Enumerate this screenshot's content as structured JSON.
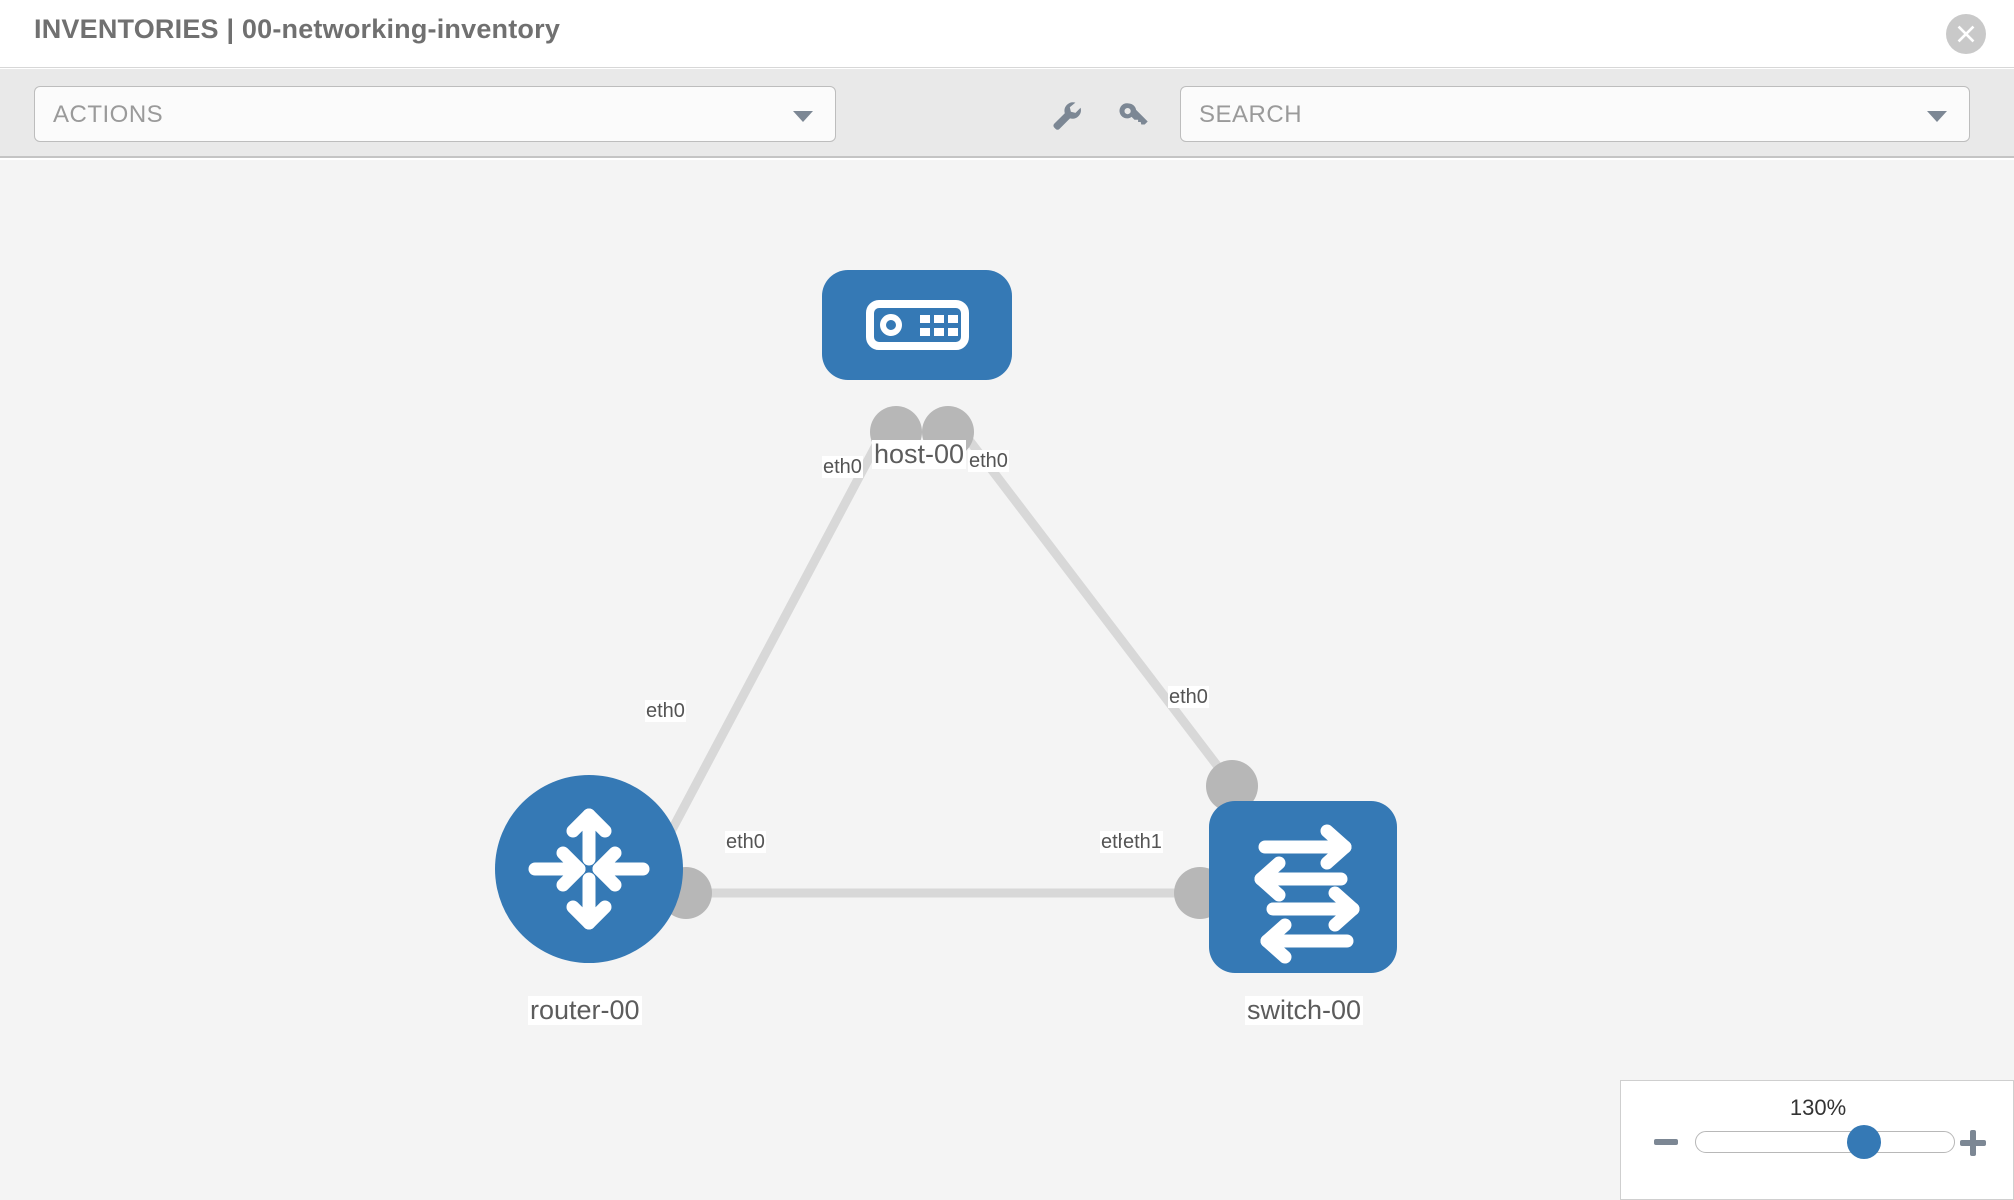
{
  "header": {
    "title": "INVENTORIES | 00-networking-inventory",
    "close_icon": "close-circle-icon"
  },
  "toolbar": {
    "actions_label": "ACTIONS",
    "actions_caret": "chevron-down-icon",
    "wrench_icon": "wrench-icon",
    "key_icon": "key-icon",
    "search_placeholder": "SEARCH",
    "search_caret": "chevron-down-icon"
  },
  "topology": {
    "accent_color": "#3579b5",
    "connector_color": "#b7b7b7",
    "link_color": "#d8d8d8",
    "canvas_color": "#f4f4f4",
    "nodes": [
      {
        "id": "host-00",
        "label": "host-00",
        "type": "host",
        "icon": "server-icon"
      },
      {
        "id": "router-00",
        "label": "router-00",
        "type": "router",
        "icon": "router-arrows-icon"
      },
      {
        "id": "switch-00",
        "label": "switch-00",
        "type": "switch",
        "icon": "switch-arrows-icon"
      }
    ],
    "links": [
      {
        "from": "host-00",
        "from_interface": "eth0",
        "to": "router-00",
        "to_interface": "eth0"
      },
      {
        "from": "host-00",
        "from_interface": "eth0",
        "to": "switch-00",
        "to_interface": "eth0"
      },
      {
        "from": "router-00",
        "from_interface": "eth0",
        "to": "switch-00",
        "to_interface": "eth1"
      }
    ],
    "interface_labels": {
      "host_left": "eth0",
      "host_right": "eth0",
      "router_upper": "eth0",
      "switch_upper": "eth0",
      "router_right": "eth0",
      "switch_left_a": "eth",
      "switch_left_b": "eth1"
    }
  },
  "zoom_control": {
    "value": "130%",
    "minus_label": "zoom-out",
    "plus_label": "zoom-in"
  }
}
